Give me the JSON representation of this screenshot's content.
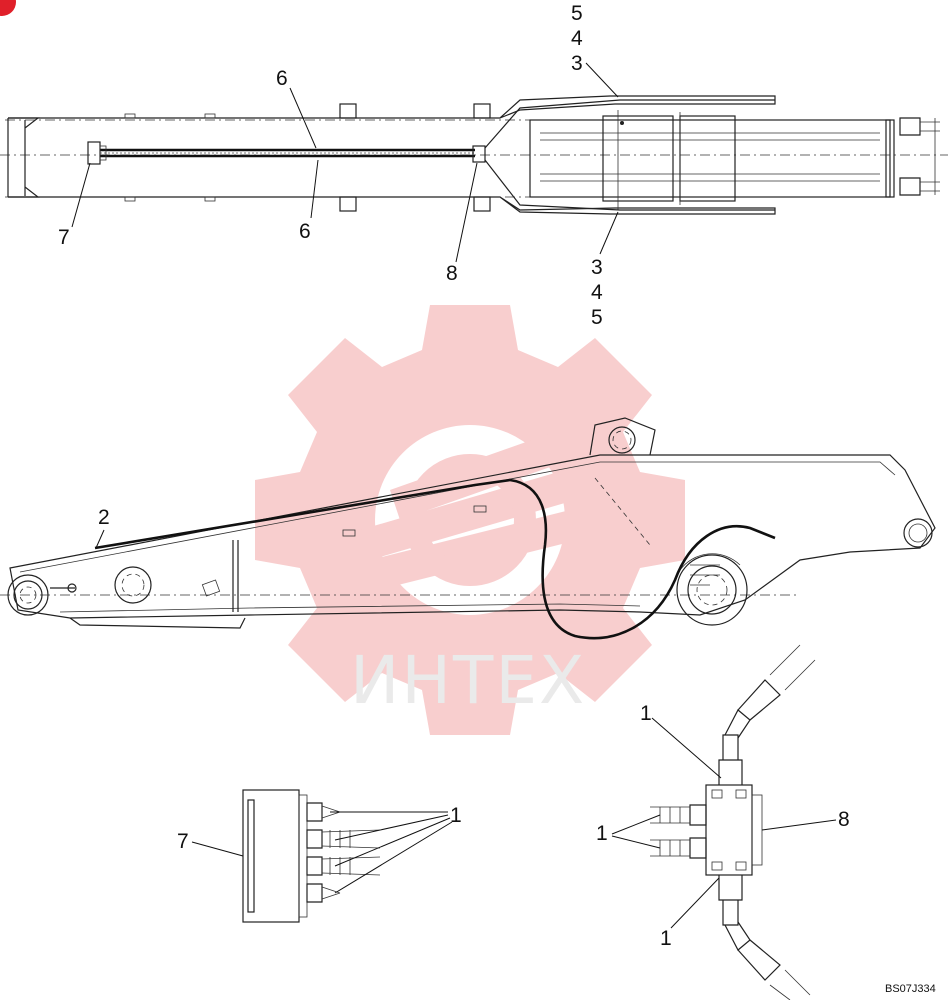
{
  "drawing": {
    "code": "BS07J334",
    "watermark_text": "ИНТЕХ",
    "watermark_color": "#f3a7a7"
  },
  "top_view": {
    "labels": {
      "top_5": "5",
      "top_4": "4",
      "top_3": "3",
      "hose_6_upper": "6",
      "hose_6_lower": "6",
      "block_7": "7",
      "block_8": "8",
      "bottom_3": "3",
      "bottom_4": "4",
      "bottom_5": "5"
    }
  },
  "side_view": {
    "labels": {
      "tube_2": "2"
    }
  },
  "detail_7": {
    "labels": {
      "block_7": "7",
      "fitting_1": "1"
    }
  },
  "detail_8": {
    "labels": {
      "fitting_1_top": "1",
      "fitting_1_left": "1",
      "fitting_1_bottom": "1",
      "block_8": "8"
    }
  },
  "colors": {
    "line": "#222222",
    "corner_mark": "#e0202a",
    "watermark_gear": "#f3a7a7"
  }
}
